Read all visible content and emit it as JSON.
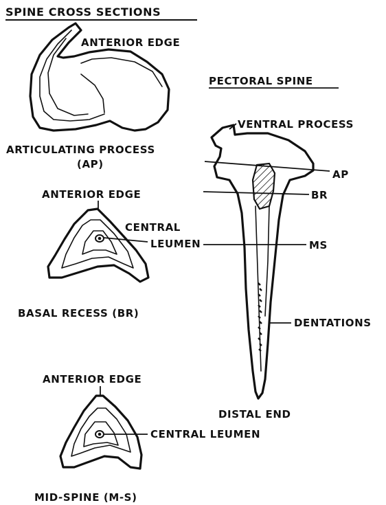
{
  "cross_sections": {
    "heading": "SPINE CROSS SECTIONS",
    "ap": {
      "anterior_label": "ANTERIOR EDGE",
      "caption_line1": "ARTICULATING PROCESS",
      "caption_line2": "(AP)"
    },
    "br": {
      "anterior_label": "ANTERIOR EDGE",
      "central_line1": "CENTRAL",
      "central_line2": "LEUMEN",
      "caption": "BASAL RECESS (BR)"
    },
    "ms": {
      "anterior_label": "ANTERIOR EDGE",
      "central_label": "CENTRAL LEUMEN",
      "caption": "MID-SPINE (M-S)"
    }
  },
  "pectoral_spine": {
    "heading": "PECTORAL SPINE",
    "ventral_process": "VENTRAL PROCESS",
    "ap": "AP",
    "br": "BR",
    "ms": "MS",
    "dentations": "DENTATIONS",
    "distal_end": "DISTAL END"
  }
}
